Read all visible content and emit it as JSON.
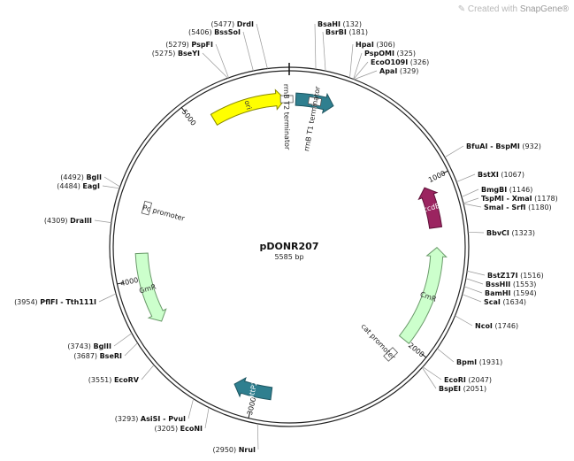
{
  "watermark": {
    "prefix": "Created with ",
    "brand": "SnapGene®"
  },
  "plasmid": {
    "name": "pDONR207",
    "length": "5585 bp",
    "total_bp": 5585
  },
  "ticks": [
    {
      "bp": 1000,
      "label": "1000"
    },
    {
      "bp": 2000,
      "label": "2000"
    },
    {
      "bp": 3000,
      "label": "3000"
    },
    {
      "bp": 4000,
      "label": "4000"
    },
    {
      "bp": 5000,
      "label": "5000"
    }
  ],
  "features": [
    {
      "name": "ori",
      "color": "#ffff00",
      "stroke": "#888800",
      "start": 5110,
      "end": 5560,
      "direction": "forward"
    },
    {
      "name": "attP1",
      "color": "#2f7f8f",
      "stroke": "#1d5560",
      "start": 40,
      "end": 270,
      "direction": "forward"
    },
    {
      "name": "ccdB",
      "color": "#9b2460",
      "stroke": "#5e1138",
      "start": 1030,
      "end": 1280,
      "direction": "reverse"
    },
    {
      "name": "CmR",
      "color": "#ccffcc",
      "stroke": "#6a9a6a",
      "start": 1400,
      "end": 2000,
      "direction": "reverse"
    },
    {
      "name": "GmR",
      "color": "#ccffcc",
      "stroke": "#6a9a6a",
      "start": 3720,
      "end": 4150,
      "direction": "reverse"
    },
    {
      "name": "attP2",
      "color": "#2f7f8f",
      "stroke": "#1d5560",
      "start": 2900,
      "end": 3130,
      "direction": "forward"
    }
  ],
  "small_features": [
    {
      "name": "rrnB T2 terminator",
      "start": 5555,
      "end": 5585
    },
    {
      "name": "rrnB T1 terminator",
      "start": 130,
      "end": 180
    },
    {
      "name": "cat promoter",
      "start": 2080,
      "end": 2160
    },
    {
      "name": "Pc promoter",
      "start": 4390,
      "end": 4460
    }
  ],
  "sites": [
    {
      "name": "DrdI",
      "pos": "(5477)"
    },
    {
      "name": "BssSoI",
      "pos": "(5406)"
    },
    {
      "name": "PspFI",
      "pos": "(5279)"
    },
    {
      "name": "BseYI",
      "pos": "(5275)"
    },
    {
      "name": "BsaHI",
      "pos": "(132)"
    },
    {
      "name": "BsrBI",
      "pos": "(181)"
    },
    {
      "name": "HpaI",
      "pos": "(306)"
    },
    {
      "name": "PspOMI",
      "pos": "(325)"
    },
    {
      "name": "EcoO109I",
      "pos": "(326)"
    },
    {
      "name": "ApaI",
      "pos": "(329)"
    },
    {
      "name": "BfuAI - BspMI",
      "pos": "(932)"
    },
    {
      "name": "BstXI",
      "pos": "(1067)"
    },
    {
      "name": "BmgBI",
      "pos": "(1146)"
    },
    {
      "name": "TspMI - XmaI",
      "pos": "(1178)"
    },
    {
      "name": "SmaI - SrfI",
      "pos": "(1180)"
    },
    {
      "name": "BbvCI",
      "pos": "(1323)"
    },
    {
      "name": "BstZ17I",
      "pos": "(1516)"
    },
    {
      "name": "BssHII",
      "pos": "(1553)"
    },
    {
      "name": "BamHI",
      "pos": "(1594)"
    },
    {
      "name": "ScaI",
      "pos": "(1634)"
    },
    {
      "name": "NcoI",
      "pos": "(1746)"
    },
    {
      "name": "BpmI",
      "pos": "(1931)"
    },
    {
      "name": "EcoRI",
      "pos": "(2047)"
    },
    {
      "name": "BspEI",
      "pos": "(2051)"
    },
    {
      "name": "NruI",
      "pos": "(2950)"
    },
    {
      "name": "EcoNI",
      "pos": "(3205)"
    },
    {
      "name": "AsiSI - PvuI",
      "pos": "(3293)"
    },
    {
      "name": "EcoRV",
      "pos": "(3551)"
    },
    {
      "name": "BseRI",
      "pos": "(3687)"
    },
    {
      "name": "BglII",
      "pos": "(3743)"
    },
    {
      "name": "PflFI - Tth111I",
      "pos": "(3954)"
    },
    {
      "name": "DraIII",
      "pos": "(4309)"
    },
    {
      "name": "EagI",
      "pos": "(4484)"
    },
    {
      "name": "BglI",
      "pos": "(4492)"
    }
  ]
}
